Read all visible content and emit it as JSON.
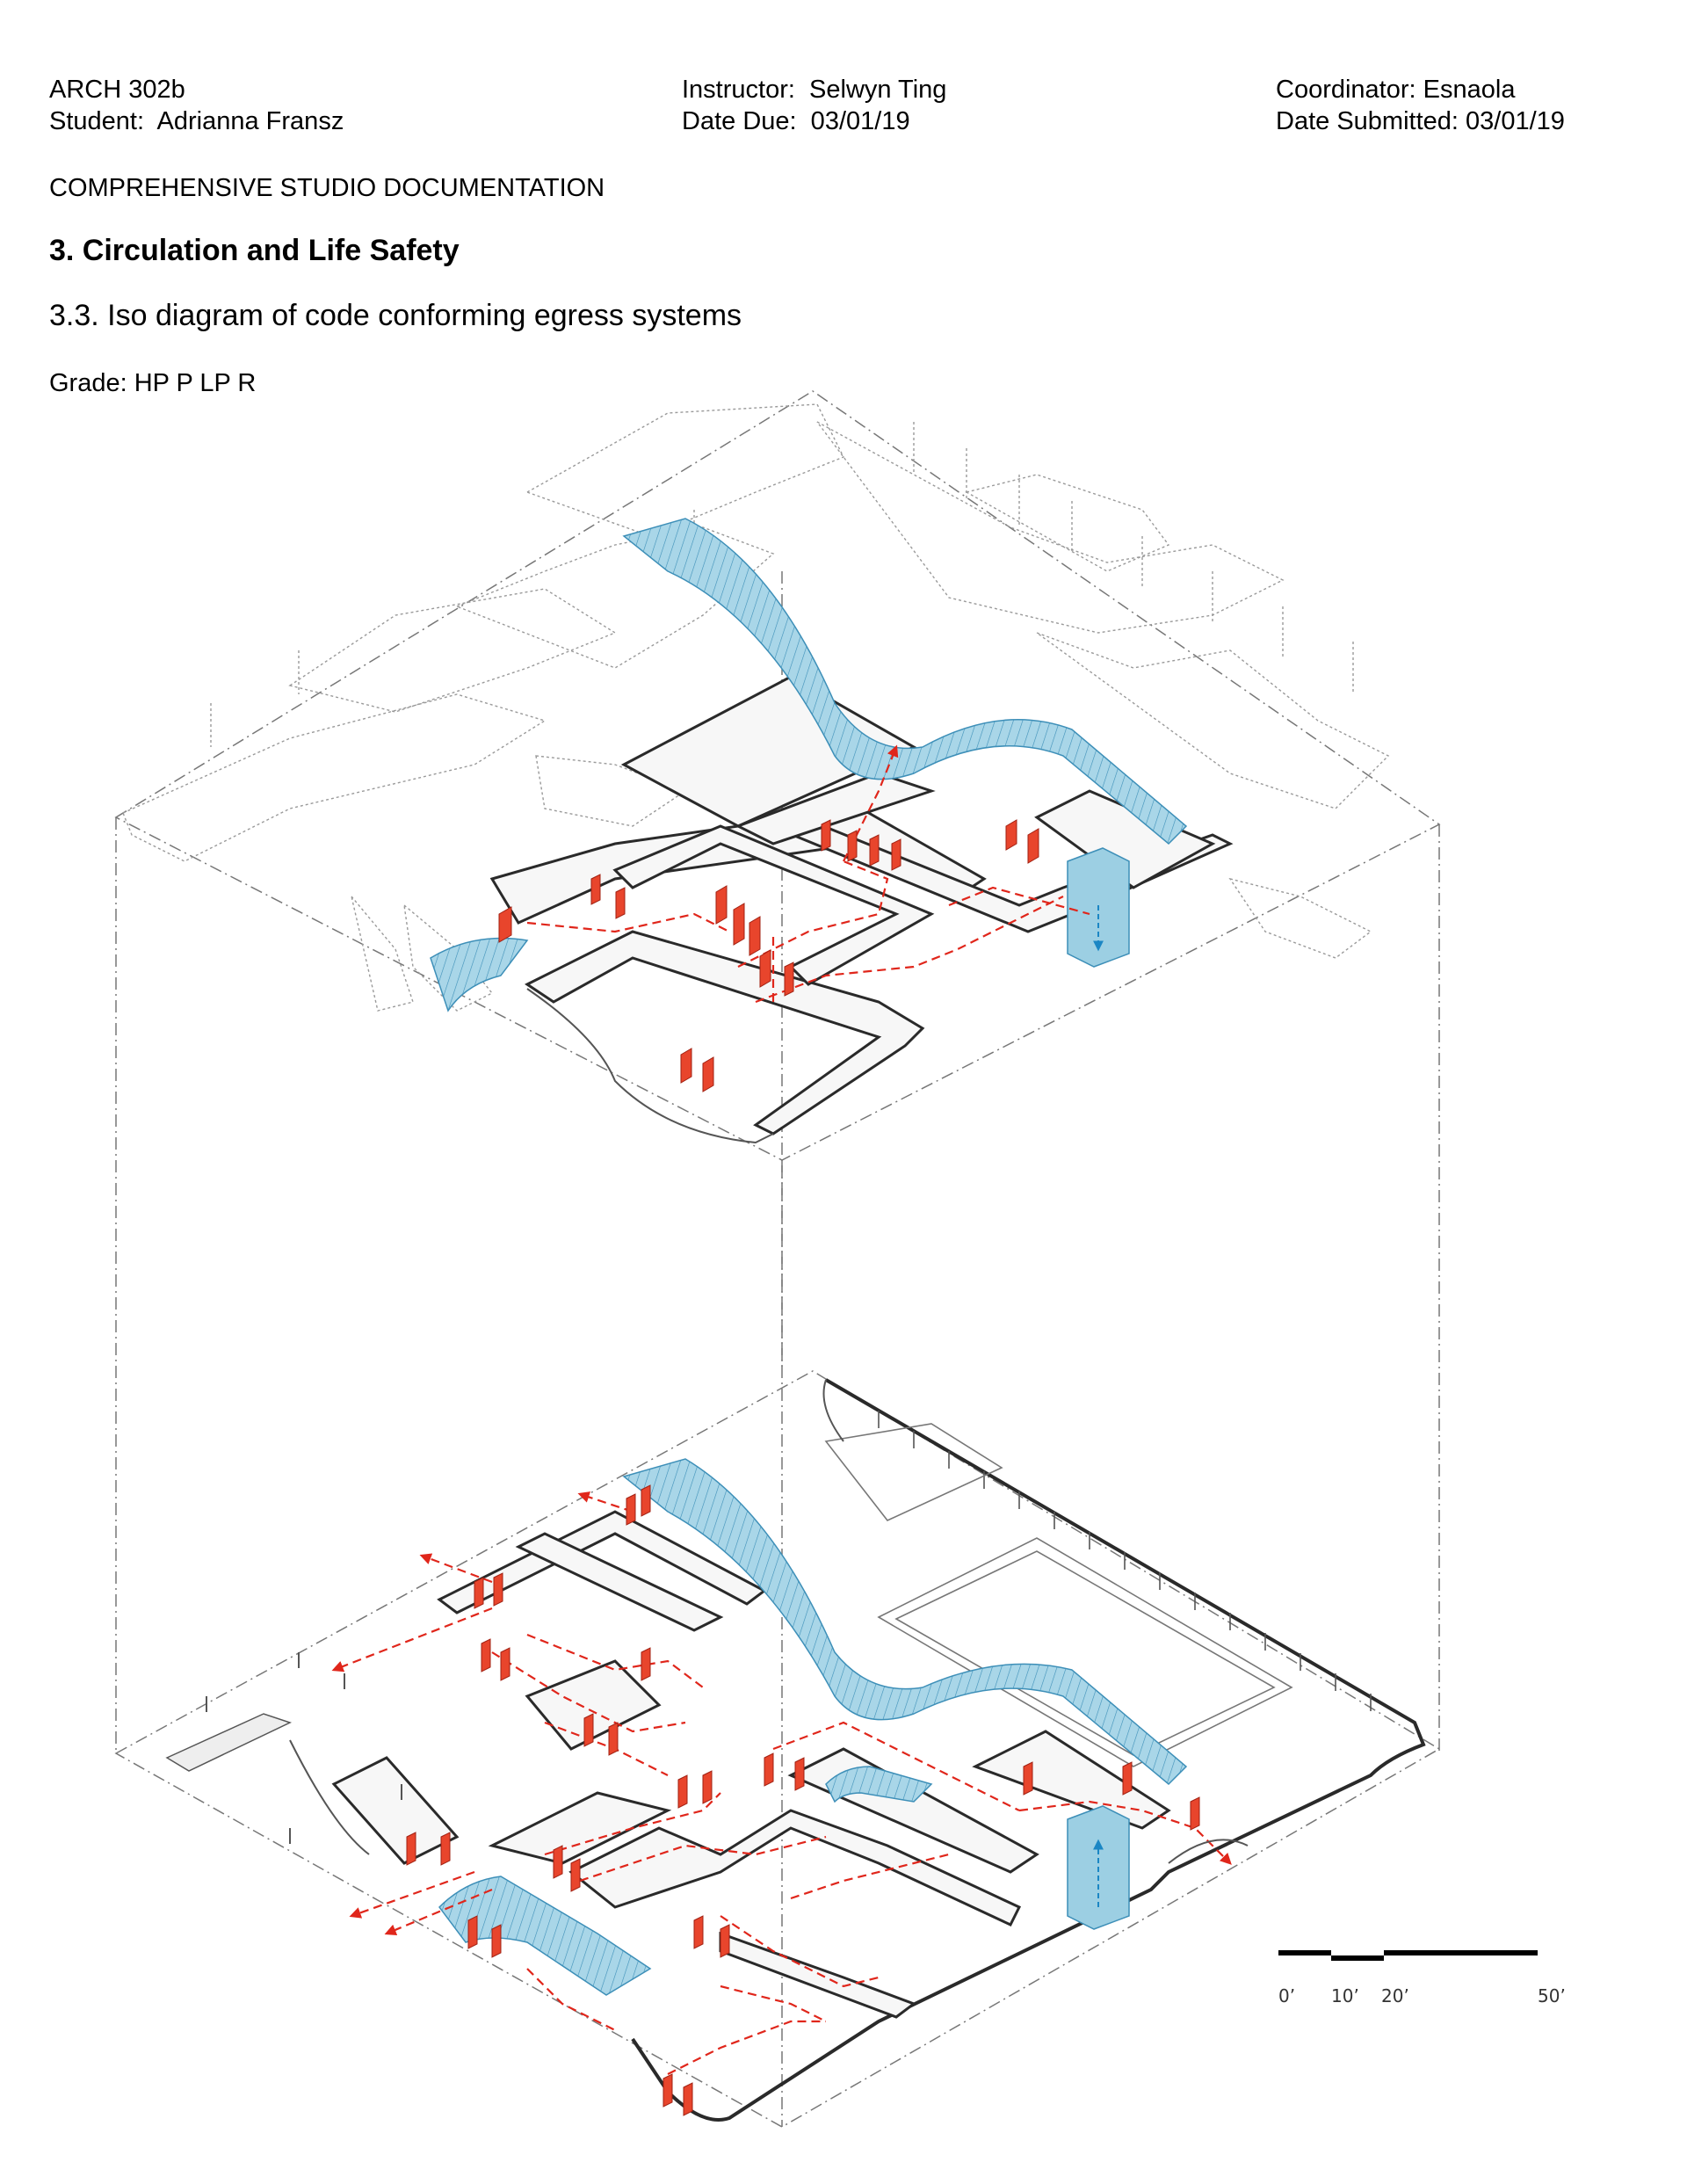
{
  "header": {
    "course": "ARCH 302b",
    "student": "Student:  Adrianna Fransz",
    "instructor": "Instructor:  Selwyn Ting",
    "date_due": "Date Due:  03/01/19",
    "coordinator": "Coordinator: Esnaola",
    "date_submitted": "Date Submitted: 03/01/19"
  },
  "document_kind": "COMPREHENSIVE STUDIO DOCUMENTATION",
  "section_title": "3. Circulation and Life Safety",
  "subsection_title": "3.3. Iso diagram of code conforming egress systems",
  "grade": "Grade: HP P LP R",
  "scale_bar": {
    "labels": [
      "0’",
      "10’",
      "20’",
      "50’"
    ]
  },
  "colors": {
    "egress_path": "#e0261b",
    "exit_door": "#e8452c",
    "stair": "#9ccfe3",
    "stair_stroke": "#3d8fb8",
    "wall": "#2a2a2a",
    "context": "#9a9a9a"
  },
  "icons": [
    "exit-door-marker",
    "egress-arrow",
    "stair-ramp",
    "elevator-core"
  ]
}
